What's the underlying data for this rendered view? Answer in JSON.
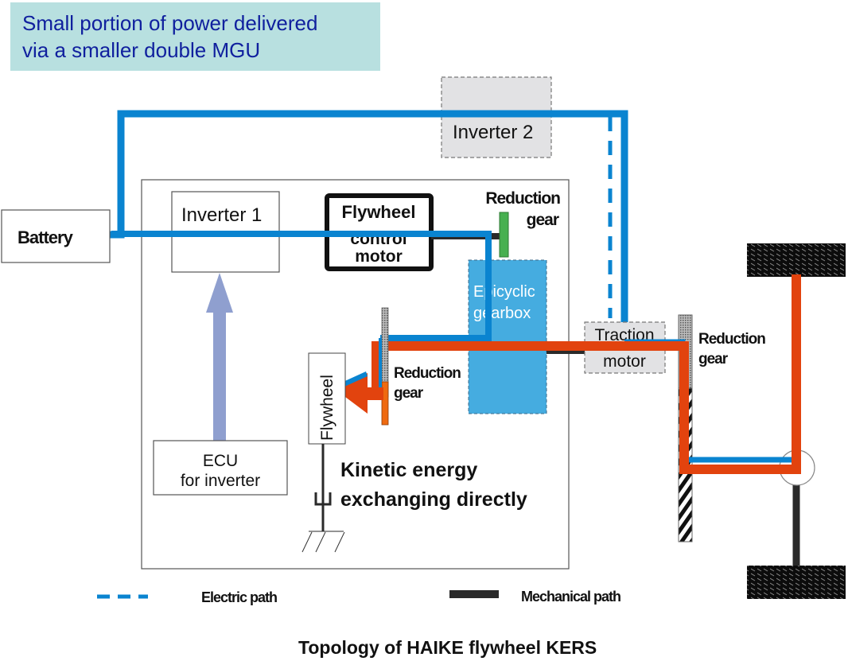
{
  "callout": {
    "line1": "Small portion of power delivered",
    "line2": "via a smaller double MGU"
  },
  "components": {
    "battery": "Battery",
    "inverter1": "Inverter 1",
    "inverter2": "Inverter 2",
    "flywheel_control_motor": {
      "line1": "Flywheel",
      "line2": "control",
      "line3": "motor"
    },
    "reduction_gear_top": {
      "line1": "Reduction",
      "line2": "gear"
    },
    "epicyclic_gearbox": {
      "line1": "Epicyclic",
      "line2": "gearbox"
    },
    "flywheel": "Flywheel",
    "reduction_gear_mid": {
      "line1": "Reduction",
      "line2": "gear"
    },
    "traction_motor": {
      "line1": "Traction",
      "line2": "motor"
    },
    "reduction_gear_right": {
      "line1": "Reduction",
      "line2": "gear"
    },
    "ecu": {
      "line1": "ECU",
      "line2": "for inverter"
    }
  },
  "annotation": {
    "line1": "Kinetic energy",
    "line2": "exchanging directly"
  },
  "legend": {
    "electric": "Electric path",
    "mechanical": "Mechanical path"
  },
  "caption": "Topology of HAIKE flywheel KERS",
  "colors": {
    "electric_path": "#0a84d0",
    "energy_flow": "#e2430e",
    "mechanical_path": "#2a2a2a",
    "callout_bg": "#b8e0e0",
    "callout_text": "#10209e",
    "gearbox_fill": "#45ace0",
    "control_arrow": "#8f9fcf",
    "reduction_gear_green": "#47b050",
    "reduction_gear_orange": "#ef6a10"
  }
}
